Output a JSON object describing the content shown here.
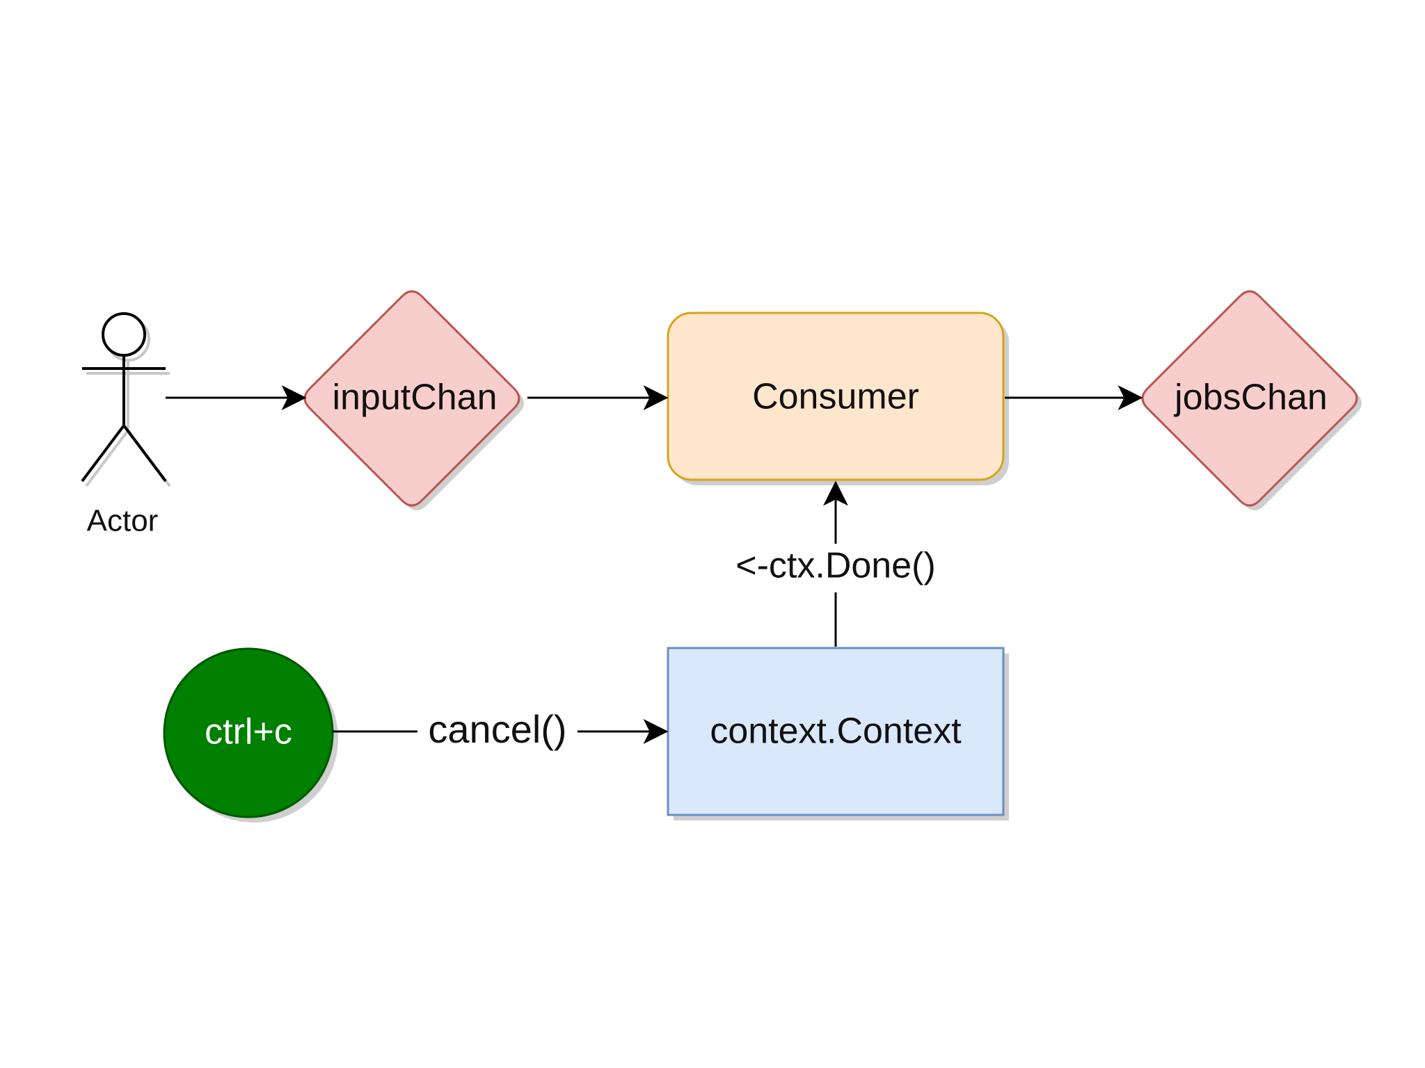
{
  "nodes": {
    "actor": {
      "label": "Actor",
      "icon": "stick-figure-icon"
    },
    "input_chan": {
      "label": "inputChan",
      "fill": "#f8cecc",
      "stroke": "#b85450"
    },
    "consumer": {
      "label": "Consumer",
      "fill": "#ffe6cc",
      "stroke": "#d6a31a"
    },
    "jobs_chan": {
      "label": "jobsChan",
      "fill": "#f8cecc",
      "stroke": "#b85450"
    },
    "ctrl_c": {
      "label": "ctrl+c",
      "fill": "#008000",
      "stroke": "#005700",
      "text_color": "#ffffff"
    },
    "context": {
      "label": "context.Context",
      "fill": "#dae8fc",
      "stroke": "#6c8ebf"
    }
  },
  "edges": {
    "cancel": {
      "label": "cancel()"
    },
    "ctx_done": {
      "label": "<-ctx.Done()"
    }
  }
}
